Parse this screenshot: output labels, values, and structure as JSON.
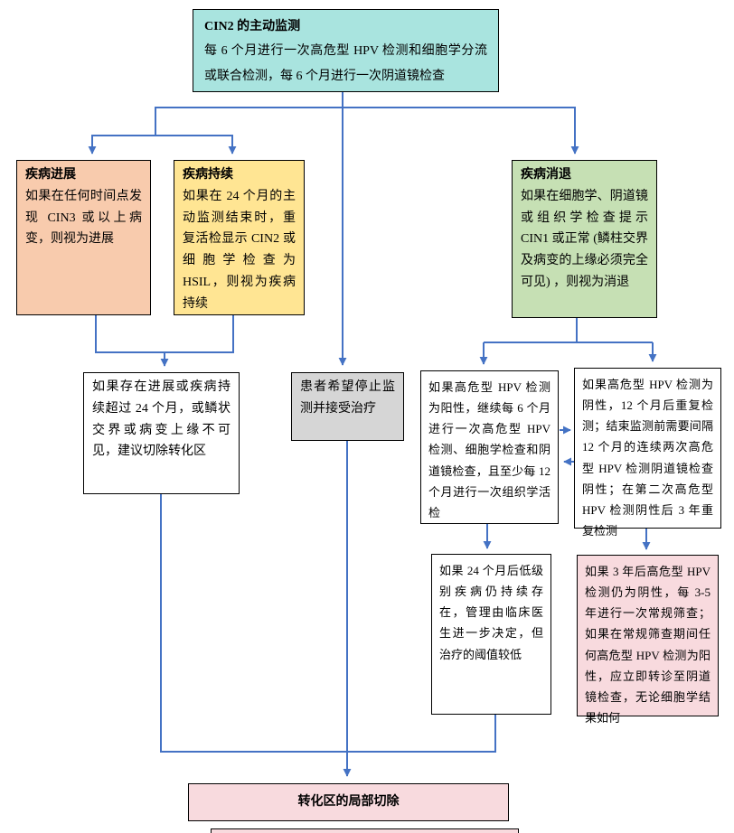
{
  "figure": {
    "type": "flowchart",
    "language": "zh-CN",
    "topic": "CIN2 active surveillance pathway"
  },
  "colors": {
    "arrow": "#4472C4",
    "border": "#000000",
    "fill_surveillance": "#A9E4DF",
    "fill_progression": "#F8CBAD",
    "fill_persistence": "#FFE593",
    "fill_regression": "#C6E0B4",
    "fill_stop": "#D6D6D6",
    "fill_pink": "#F8DADE",
    "fill_white": "#FFFFFF"
  },
  "nodes": {
    "surveillance": {
      "title": "CIN2 的主动监测",
      "body": "每 6 个月进行一次高危型 HPV 检测和细胞学分流或联合检测，每 6 个月进行一次阴道镜检查"
    },
    "progression": {
      "title": "疾病进展",
      "body": "如果在任何时间点发现 CIN3 或以上病变，则视为进展"
    },
    "persistence": {
      "title": "疾病持续",
      "body": "如果在 24 个月的主动监测结束时，重复活检显示 CIN2 或细胞学检查为 HSIL，则视为疾病持续"
    },
    "regression": {
      "title": "疾病消退",
      "body": "如果在细胞学、阴道镜或组织学检查提示 CIN1 或正常 (鳞柱交界及病变的上缘必须完全可见) ，则视为消退"
    },
    "excision_advice": {
      "body": "如果存在进展或疾病持续超过 24 个月，或鳞状交界或病变上缘不可见，建议切除转化区"
    },
    "stop_monitoring": {
      "body": "患者希望停止监测并接受治疗"
    },
    "hpv_positive": {
      "body": "如果高危型 HPV 检测为阳性，继续每 6 个月进行一次高危型 HPV 检测、细胞学检查和阴道镜检查，且至少每 12 个月进行一次组织学活检"
    },
    "hpv_negative": {
      "body": "如果高危型 HPV 检测为阴性，12 个月后重复检测；结束监测前需要间隔 12 个月的连续两次高危型 HPV 检测阴道镜检查阴性；在第二次高危型 HPV 检测阴性后 3 年重复检测"
    },
    "low_grade_persist": {
      "body": "如果 24 个月后低级别疾病仍持续存在，管理由临床医生进一步决定，但治疗的阈值较低"
    },
    "routine_screening": {
      "body": "如果 3 年后高危型 HPV 检测仍为阴性，每 3-5 年进行一次常规筛查；如果在常规筛查期间任何高危型 HPV 检测为阳性，应立即转诊至阴道镜检查，无论细胞学结果如何"
    },
    "final_excision": {
      "title": "转化区的局部切除"
    }
  }
}
